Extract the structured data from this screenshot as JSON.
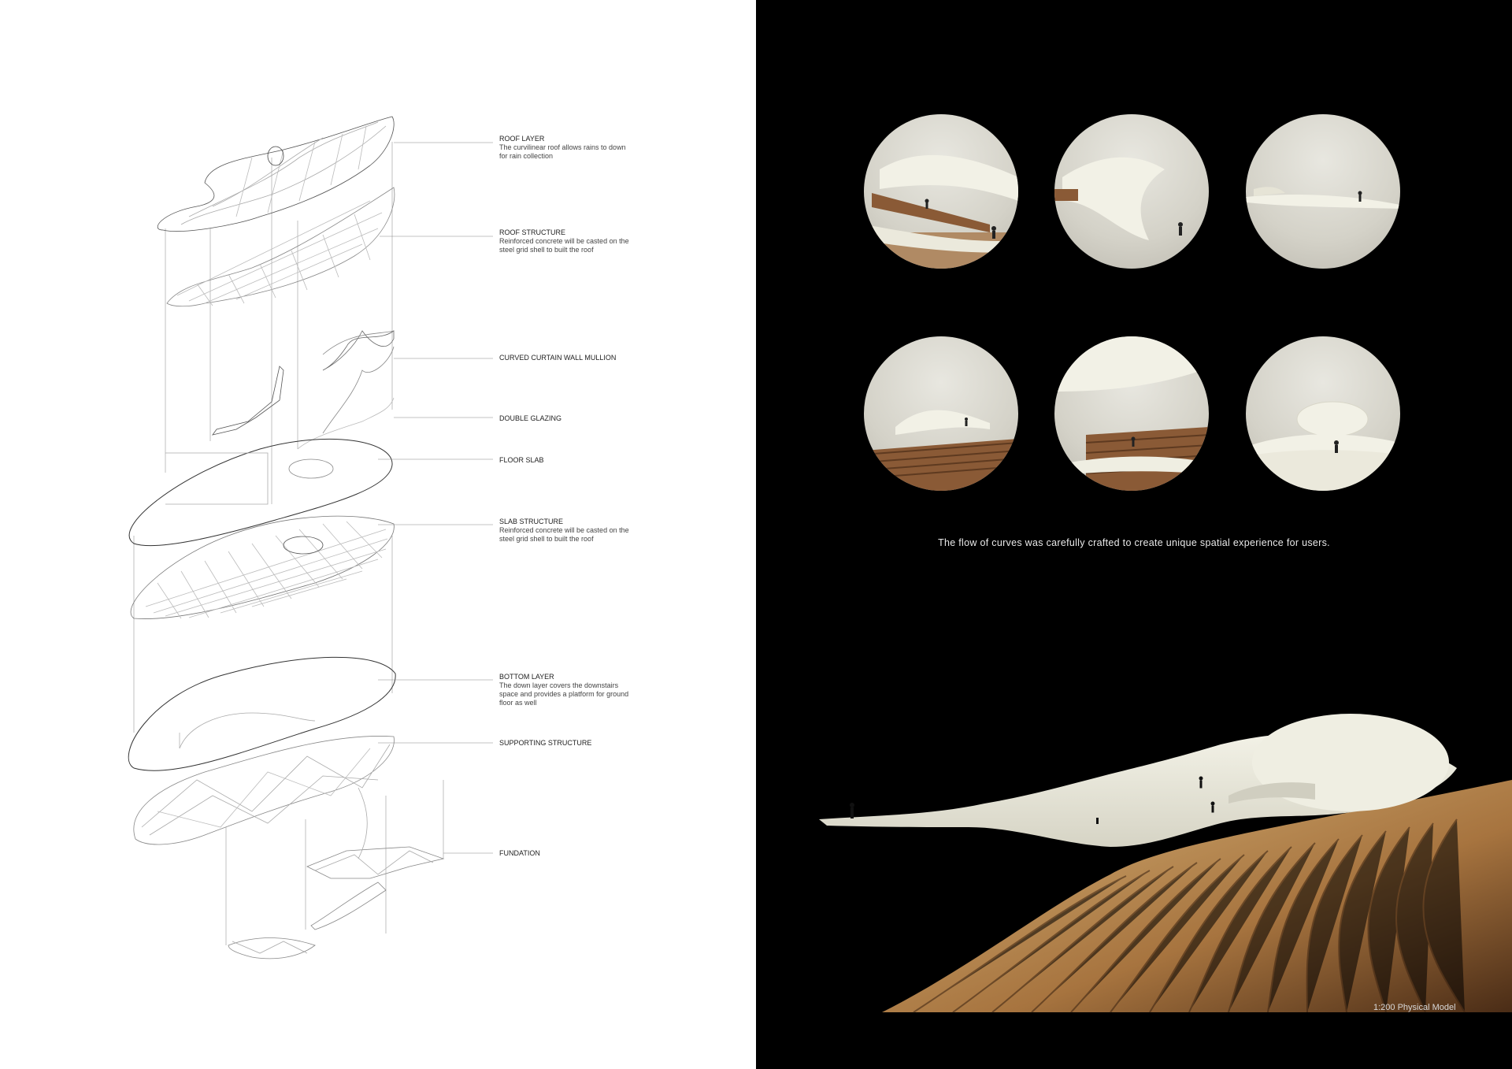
{
  "diagram": {
    "layers": [
      {
        "title": "ROOF LAYER",
        "description": "The curvilinear roof allows rains to down for rain collection"
      },
      {
        "title": "ROOF STRUCTURE",
        "description": "Reinforced concrete will be casted on the steel grid shell to built the roof"
      },
      {
        "title": "CURVED CURTAIN WALL MULLION",
        "description": ""
      },
      {
        "title": "DOUBLE GLAZING",
        "description": ""
      },
      {
        "title": "FLOOR SLAB",
        "description": ""
      },
      {
        "title": "SLAB STRUCTURE",
        "description": "Reinforced concrete will be casted on the steel grid shell to built the roof"
      },
      {
        "title": "BOTTOM LAYER",
        "description": "The down layer covers the downstairs space and provides a platform for ground floor as well"
      },
      {
        "title": "SUPPORTING STRUCTURE",
        "description": ""
      },
      {
        "title": "FUNDATION",
        "description": ""
      }
    ]
  },
  "model_panel": {
    "caption": "The flow of curves was carefully crafted to create unique spatial experience for users.",
    "scale_label": "1:200 Physical Model",
    "colors": {
      "background": "#000000",
      "model_white": "#efeee2",
      "wood": "#8a5a36",
      "wood_light": "#c9a46a"
    }
  }
}
